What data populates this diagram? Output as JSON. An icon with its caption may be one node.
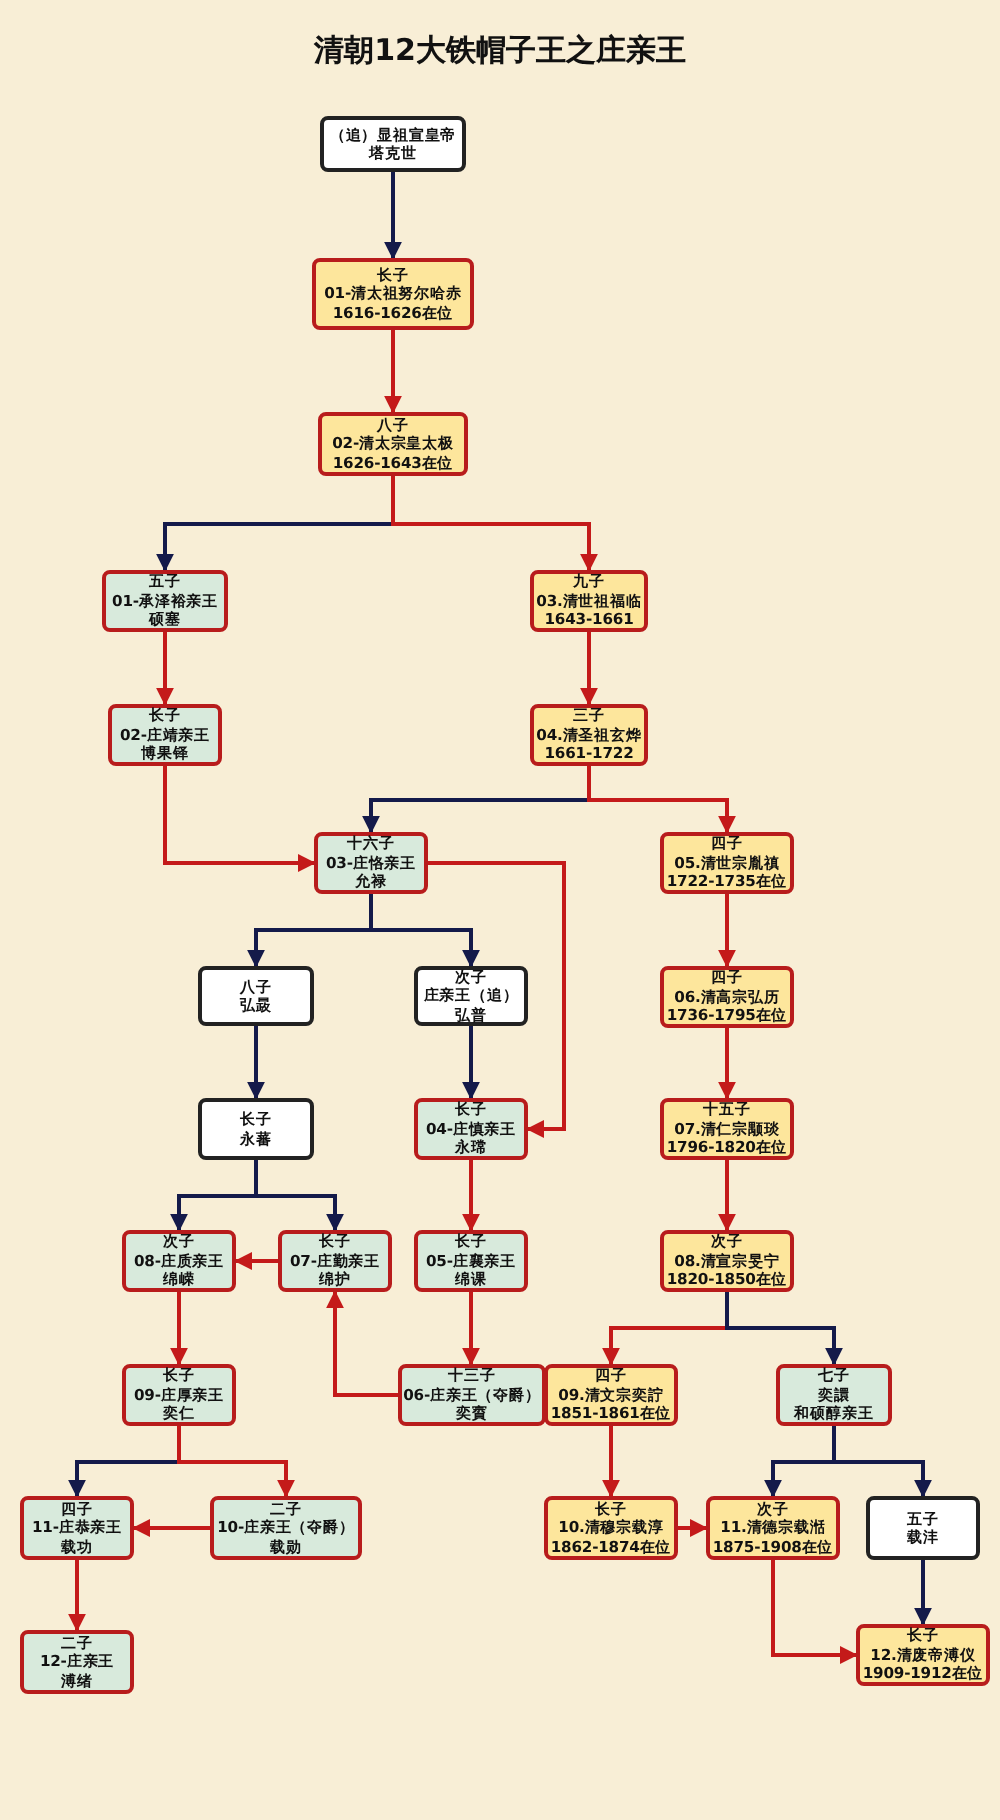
{
  "diagram": {
    "title": "清朝12大铁帽子王之庄亲王",
    "nodes": [
      {
        "text": [
          "（追）显祖宣皇帝",
          "塔克世"
        ]
      },
      {
        "text": [
          "长子",
          "01-清太祖努尔哈赤",
          "1616-1626在位"
        ]
      },
      {
        "text": [
          "八子",
          "02-清太宗皇太极",
          "1626-1643在位"
        ]
      },
      {
        "text": [
          "五子",
          "01-承泽裕亲王",
          "硕塞"
        ]
      },
      {
        "text": [
          "九子",
          "03.清世祖福临",
          "1643-1661"
        ]
      },
      {
        "text": [
          "长子",
          "02-庄靖亲王",
          "博果铎"
        ]
      },
      {
        "text": [
          "三子",
          "04.清圣祖玄烨",
          "1661-1722"
        ]
      },
      {
        "text": [
          "十六子",
          "03-庄恪亲王",
          "允禄"
        ]
      },
      {
        "text": [
          "四子",
          "05.清世宗胤禛",
          "1722-1735在位"
        ]
      },
      {
        "text": [
          "八子",
          "弘晸"
        ]
      },
      {
        "text": [
          "次子",
          "庄亲王（追）",
          "弘普"
        ]
      },
      {
        "text": [
          "四子",
          "06.清高宗弘历",
          "1736-1795在位"
        ]
      },
      {
        "text": [
          "长子",
          "永蕃"
        ]
      },
      {
        "text": [
          "长子",
          "04-庄慎亲王",
          "永瑺"
        ]
      },
      {
        "text": [
          "十五子",
          "07.清仁宗颙琰",
          "1796-1820在位"
        ]
      },
      {
        "text": [
          "次子",
          "08-庄质亲王",
          "绵嵘"
        ]
      },
      {
        "text": [
          "长子",
          "07-庄勤亲王",
          "绵护"
        ]
      },
      {
        "text": [
          "长子",
          "05-庄襄亲王",
          "绵课"
        ]
      },
      {
        "text": [
          "次子",
          "08.清宣宗旻宁",
          "1820-1850在位"
        ]
      },
      {
        "text": [
          "长子",
          "09-庄厚亲王",
          "奕仁"
        ]
      },
      {
        "text": [
          "十三子",
          "06-庄亲王（夺爵）",
          "奕賨"
        ]
      },
      {
        "text": [
          "四子",
          "09.清文宗奕詝",
          "1851-1861在位"
        ]
      },
      {
        "text": [
          "七子",
          "奕譞",
          "和硕醇亲王"
        ]
      },
      {
        "text": [
          "四子",
          "11-庄恭亲王",
          "载功"
        ]
      },
      {
        "text": [
          "二子",
          "10-庄亲王（夺爵）",
          "载勋"
        ]
      },
      {
        "text": [
          "长子",
          "10.清穆宗载淳",
          "1862-1874在位"
        ]
      },
      {
        "text": [
          "次子",
          "11.清德宗载湉",
          "1875-1908在位"
        ]
      },
      {
        "text": [
          "五子",
          "载沣"
        ]
      },
      {
        "text": [
          "二子",
          "12-庄亲王",
          "溥绪"
        ]
      },
      {
        "text": [
          "长子",
          "12.清废帝溥仪",
          "1909-1912在位"
        ]
      }
    ],
    "edges": [
      {
        "from": 0,
        "to": 1,
        "arrow": "to",
        "color": "#141a4a"
      },
      {
        "from": 1,
        "to": 2,
        "arrow": "to"
      },
      {
        "from": 2,
        "to": 3,
        "arrow": "to",
        "color": "#141a4a"
      },
      {
        "from": 2,
        "to": 4,
        "arrow": "to"
      },
      {
        "from": 3,
        "to": 5,
        "arrow": "to"
      },
      {
        "from": 4,
        "to": 6,
        "arrow": "to"
      },
      {
        "from": 5,
        "to": 7,
        "arrow": "to"
      },
      {
        "from": 6,
        "to": 7,
        "arrow": "to",
        "color": "#141a4a"
      },
      {
        "from": 6,
        "to": 8,
        "arrow": "to"
      },
      {
        "from": 7,
        "to": 9,
        "arrow": "to",
        "color": "#141a4a"
      },
      {
        "from": 7,
        "to": 10,
        "arrow": "to",
        "color": "#141a4a"
      },
      {
        "from": 7,
        "to": 13,
        "arrow": "to"
      },
      {
        "from": 8,
        "to": 11,
        "arrow": "to"
      },
      {
        "from": 9,
        "to": 12,
        "arrow": "to",
        "color": "#141a4a"
      },
      {
        "from": 10,
        "to": 13,
        "arrow": "to",
        "color": "#141a4a"
      },
      {
        "from": 11,
        "to": 14,
        "arrow": "to"
      },
      {
        "from": 12,
        "to": 15,
        "arrow": "to",
        "color": "#141a4a"
      },
      {
        "from": 12,
        "to": 16,
        "arrow": "to",
        "color": "#141a4a"
      },
      {
        "from": 13,
        "to": 17,
        "arrow": "to"
      },
      {
        "from": 14,
        "to": 18,
        "arrow": "to"
      },
      {
        "from": 16,
        "to": 15,
        "arrow": "to"
      },
      {
        "from": 15,
        "to": 19,
        "arrow": "to"
      },
      {
        "from": 17,
        "to": 20,
        "arrow": "to"
      },
      {
        "from": 20,
        "to": 16,
        "arrow": "to"
      },
      {
        "from": 18,
        "to": 21,
        "arrow": "to"
      },
      {
        "from": 18,
        "to": 22,
        "arrow": "to",
        "color": "#141a4a"
      },
      {
        "from": 19,
        "to": 23,
        "arrow": "to",
        "color": "#141a4a"
      },
      {
        "from": 19,
        "to": 24,
        "arrow": "to"
      },
      {
        "from": 21,
        "to": 25,
        "arrow": "to"
      },
      {
        "from": 22,
        "to": 26,
        "arrow": "to",
        "color": "#141a4a"
      },
      {
        "from": 22,
        "to": 27,
        "arrow": "to",
        "color": "#141a4a"
      },
      {
        "from": 24,
        "to": 23,
        "arrow": "to"
      },
      {
        "from": 25,
        "to": 26,
        "arrow": "to"
      },
      {
        "from": 23,
        "to": 28,
        "arrow": "to"
      },
      {
        "from": 26,
        "to": 29,
        "arrow": "to"
      },
      {
        "from": 27,
        "to": 29,
        "arrow": "to",
        "color": "#141a4a"
      }
    ]
  }
}
